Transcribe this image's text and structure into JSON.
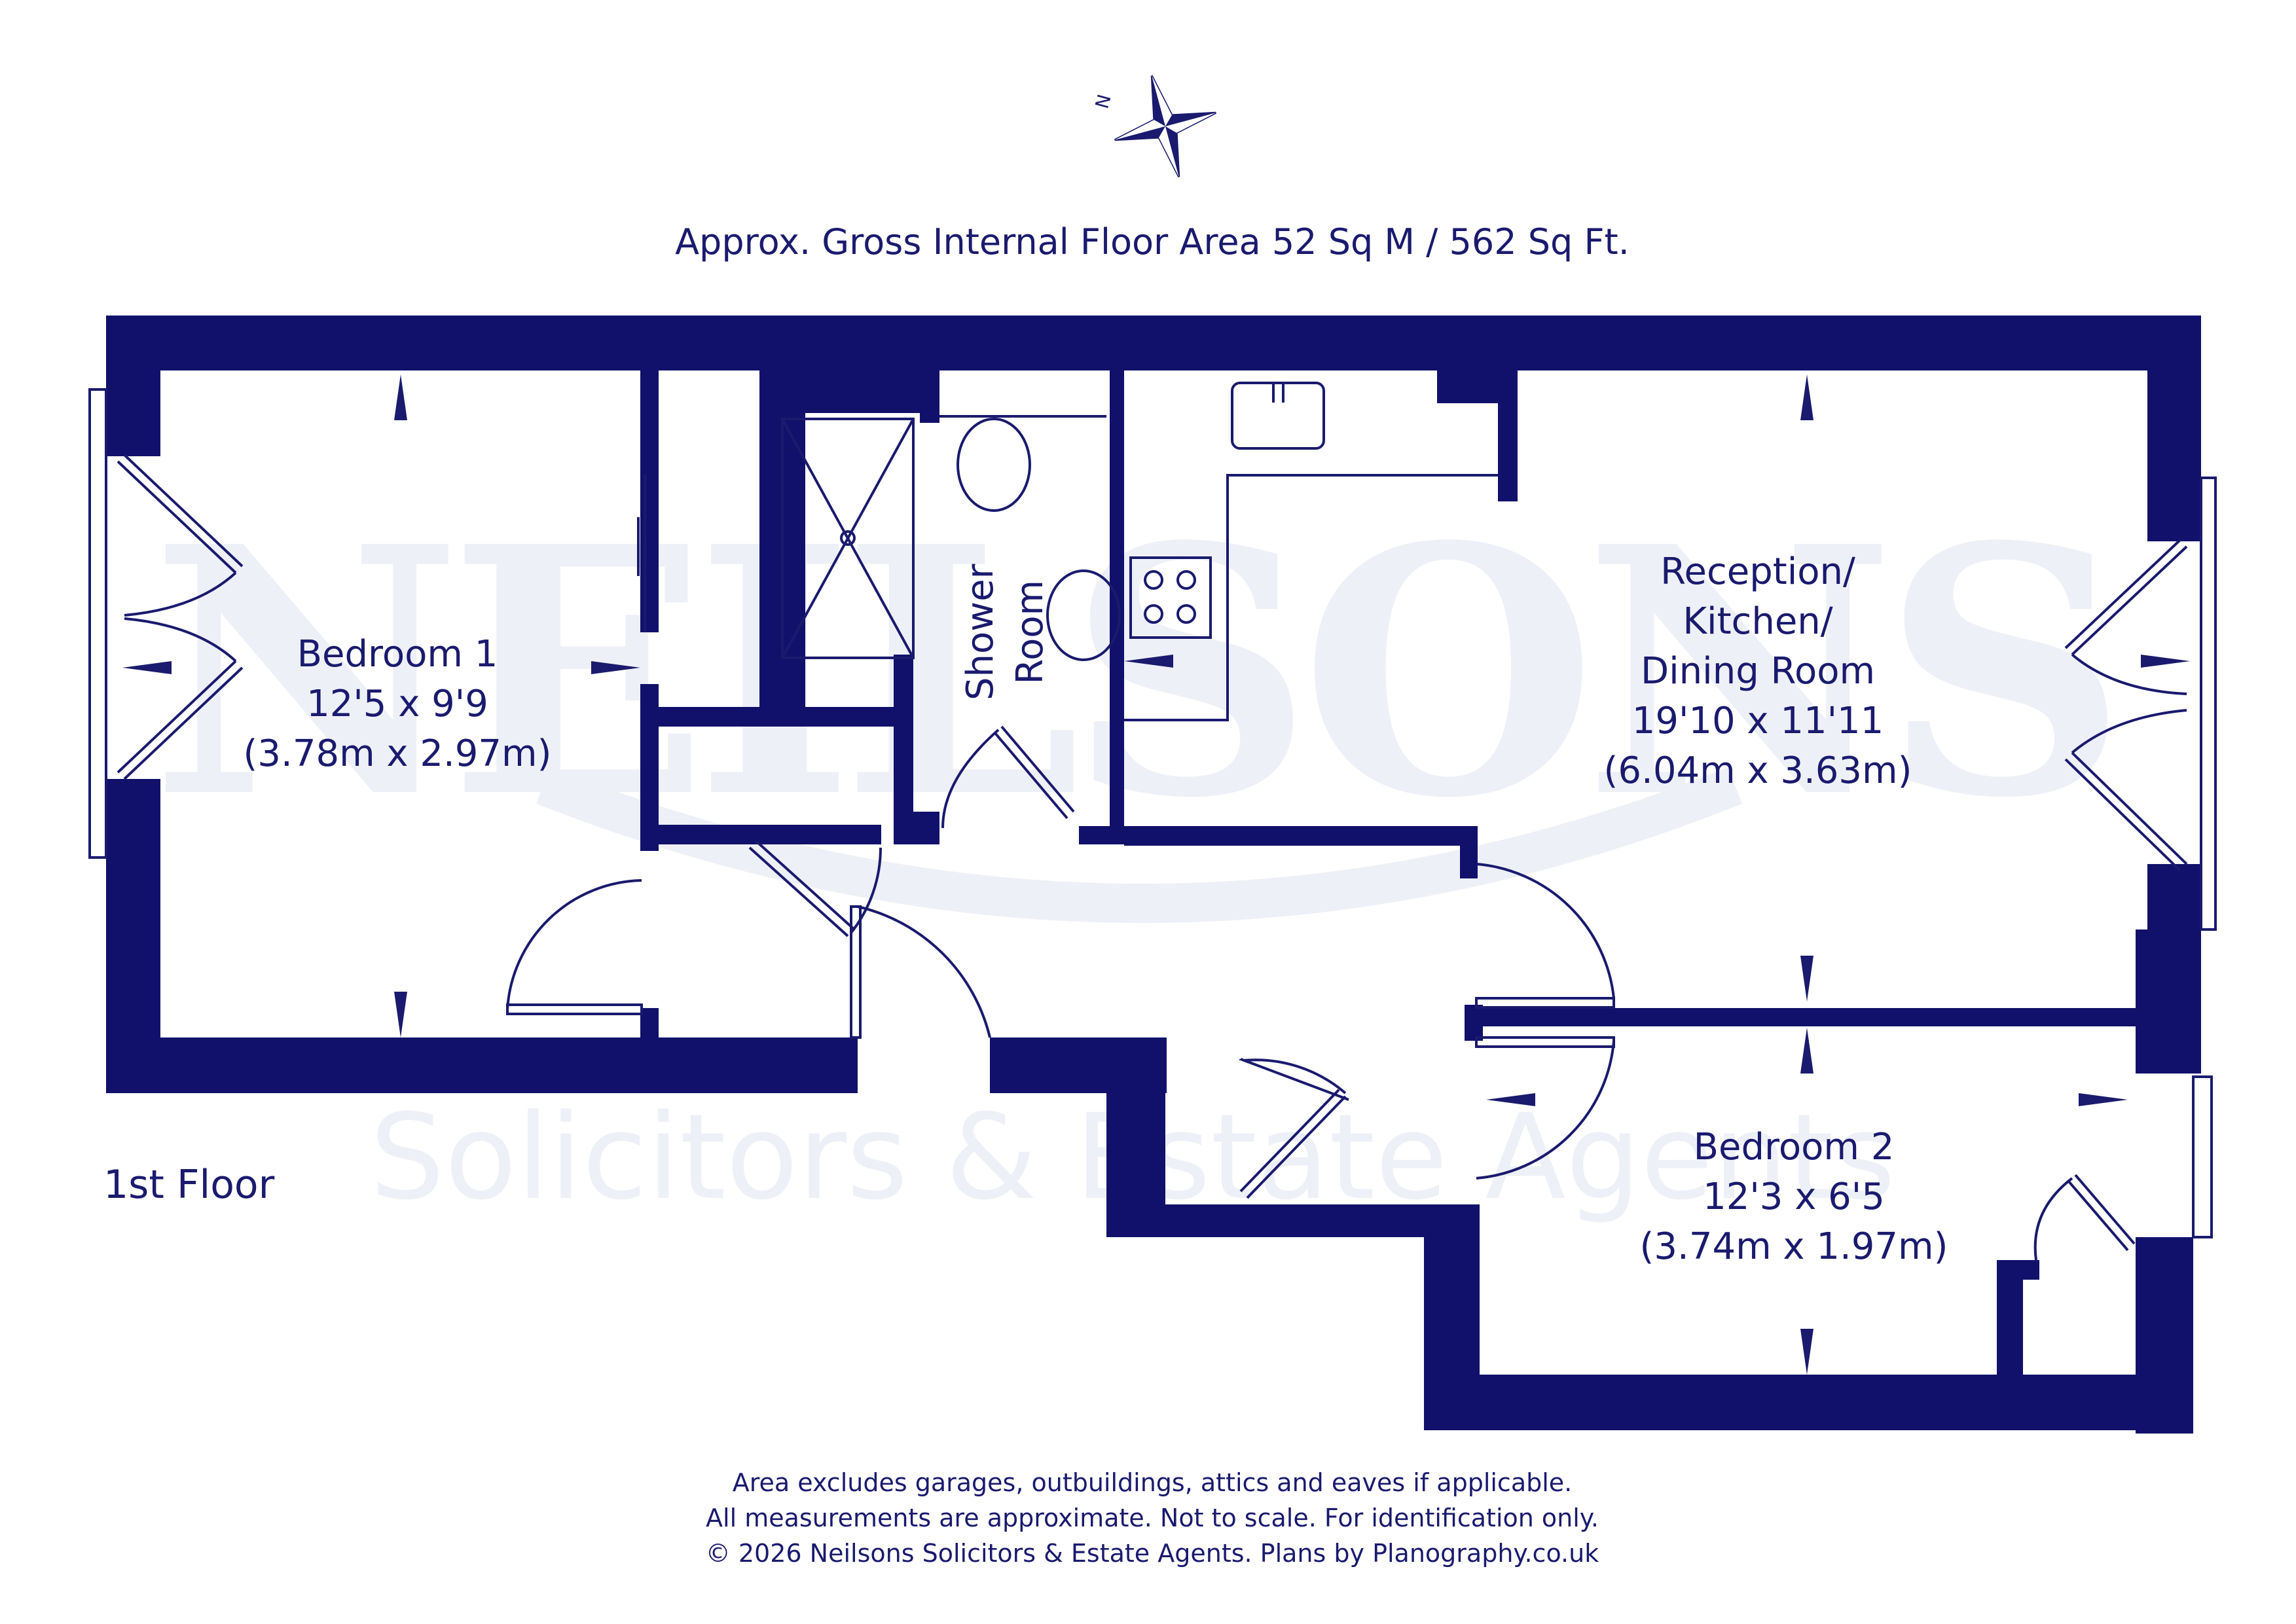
{
  "colors": {
    "wall": "#11116b",
    "line": "#1a1a6e",
    "watermark": "#eef0f7"
  },
  "compass": {
    "label": "N"
  },
  "header": {
    "area": "Approx. Gross Internal Floor Area 52 Sq M / 562 Sq Ft."
  },
  "floor_label": "1st Floor",
  "rooms": {
    "bedroom1": {
      "name": "Bedroom 1",
      "imperial": "12'5 x 9'9",
      "metric": "(3.78m x 2.97m)"
    },
    "shower": {
      "line1": "Shower",
      "line2": "Room"
    },
    "reception": {
      "line1": "Reception/",
      "line2": "Kitchen/",
      "line3": "Dining Room",
      "imperial": "19'10 x 11'11",
      "metric": "(6.04m x 3.63m)"
    },
    "bedroom2": {
      "name": "Bedroom 2",
      "imperial": "12'3 x 6'5",
      "metric": "(3.74m x 1.97m)"
    }
  },
  "watermark": {
    "brand": "NEILSONS",
    "tagline": "Solicitors & Estate Agents"
  },
  "footer": {
    "line1": "Area excludes garages, outbuildings, attics and eaves if applicable.",
    "line2": "All measurements are approximate. Not to scale. For identification only.",
    "line3": "© 2026 Neilsons Solicitors & Estate Agents. Plans by Planography.co.uk"
  }
}
